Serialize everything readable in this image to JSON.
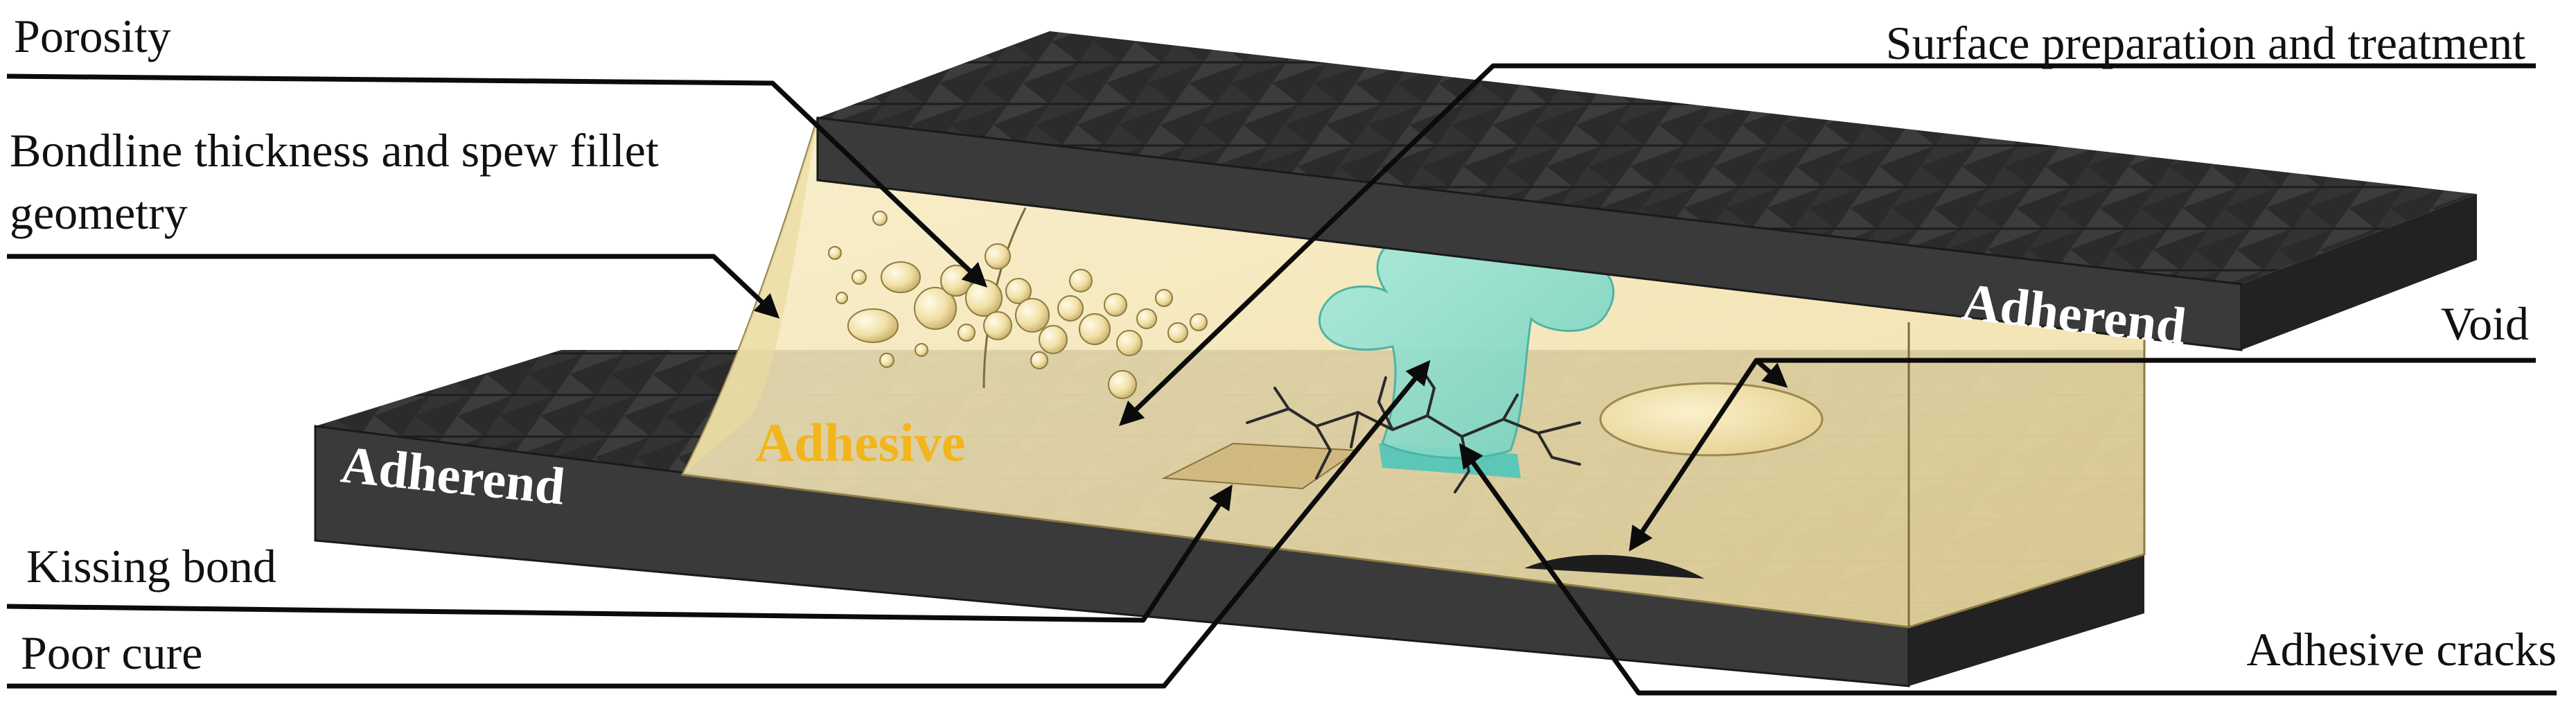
{
  "labels": {
    "porosity": "Porosity",
    "bondline_line1": "Bondline thickness and spew fillet",
    "bondline_line2": "geometry",
    "kissing_bond": "Kissing bond",
    "poor_cure": "Poor cure",
    "surface_prep": "Surface preparation and treatment",
    "void": "Void",
    "adhesive_cracks": "Adhesive cracks"
  },
  "parts": {
    "top_adherend": "Adherend",
    "bottom_adherend": "Adherend",
    "adhesive": "Adhesive"
  },
  "colors": {
    "adherend_dark": "#2d2d2d",
    "adherend_face": "#3a3a3a",
    "adhesive_fill": "#f4e7b8",
    "adhesive_label": "#f2b51c",
    "crack_region": "#86dccd",
    "void_fill": "#f0e2a8",
    "leader_line": "#0b0b0b"
  },
  "icons": {
    "pores": "pore-bubbles-icon",
    "void": "void-ellipse-icon",
    "cracks": "crack-network-icon"
  }
}
